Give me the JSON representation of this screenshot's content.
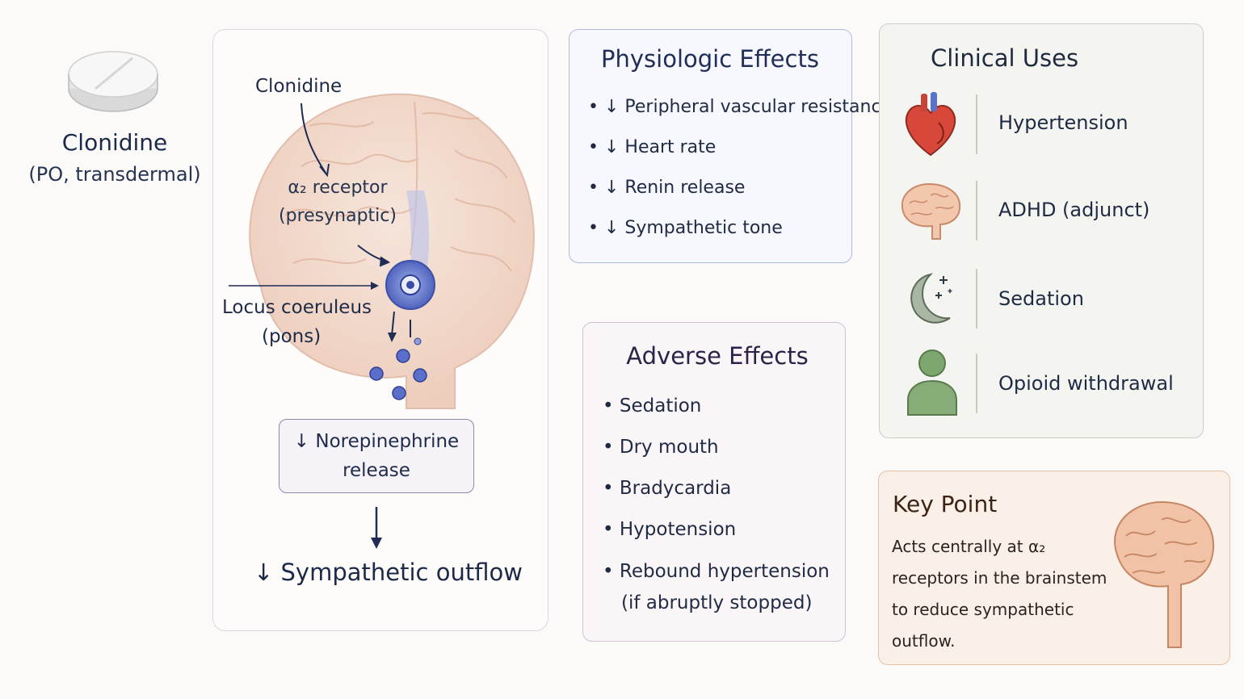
{
  "drug": {
    "name": "Clonidine",
    "route": "(PO, transdermal)"
  },
  "mechanism": {
    "drug_label": "Clonidine",
    "receptor_label_1": "α₂ receptor",
    "receptor_label_2": "(presynaptic)",
    "nucleus_label_1": "Locus coeruleus",
    "nucleus_label_2": "(pons)",
    "ne_line_1": "↓ Norepinephrine",
    "ne_line_2": "release",
    "outcome": "↓ Sympathetic outflow"
  },
  "physiologic": {
    "title": "Physiologic Effects",
    "items": [
      "• ↓ Peripheral vascular resistance",
      "• ↓ Heart rate",
      "• ↓ Renin release",
      "• ↓ Sympathetic tone"
    ]
  },
  "adverse": {
    "title": "Adverse Effects",
    "items": [
      "•  Sedation",
      "•  Dry mouth",
      "•  Bradycardia",
      "•  Hypotension",
      "•  Rebound hypertension"
    ],
    "last_item_note": "(if abruptly stopped)"
  },
  "clinical": {
    "title": "Clinical Uses",
    "items": [
      {
        "label": "Hypertension",
        "icon": "heart-icon"
      },
      {
        "label": "ADHD (adjunct)",
        "icon": "brain-icon"
      },
      {
        "label": "Sedation",
        "icon": "moon-stars-icon"
      },
      {
        "label": "Opioid withdrawal",
        "icon": "person-icon"
      }
    ]
  },
  "key_point": {
    "title": "Key Point",
    "text": "Acts centrally at α₂ receptors in the brainstem to reduce sympathetic outflow."
  },
  "colors": {
    "physiologic_border": "#aebbe0",
    "adverse_border": "#cfc3d3",
    "clinical_border": "#c9cfc5",
    "key_border": "#e3bfa3",
    "receptor_blue": "#5b6fc4",
    "brain_pink": "#f1d6c8"
  }
}
